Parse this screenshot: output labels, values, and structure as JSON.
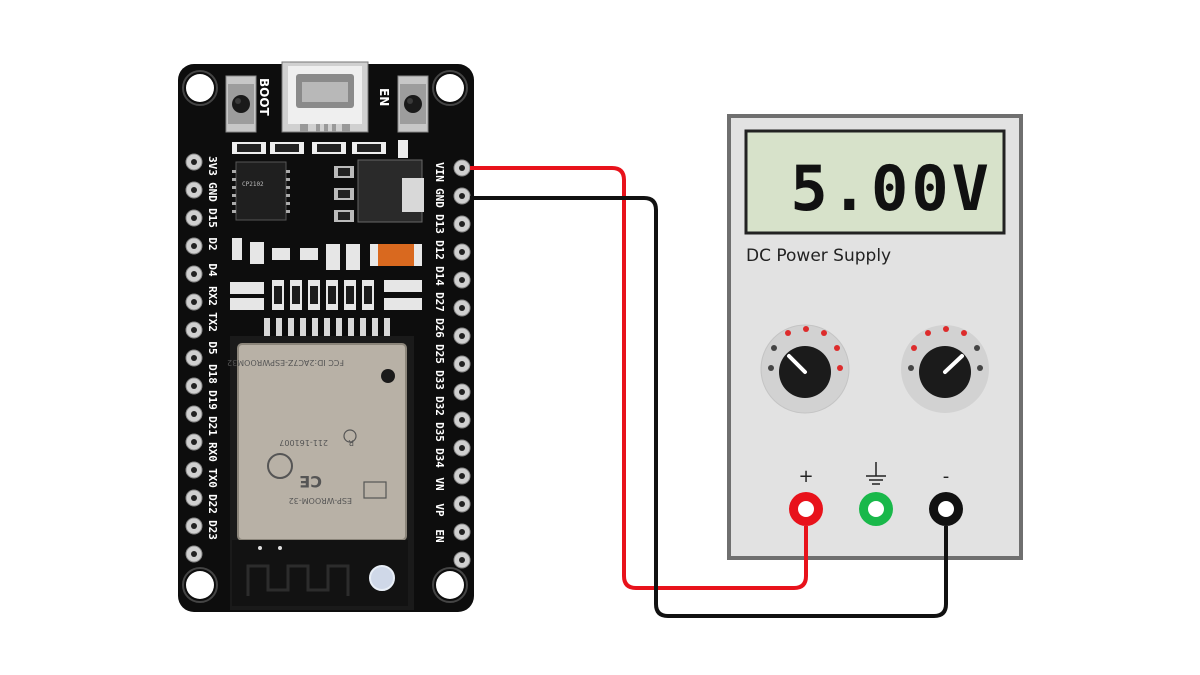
{
  "board": {
    "boot_label": "BOOT",
    "en_label": "EN",
    "usb_chip_text": "CP2102",
    "module_name": "ESP-WROOM-32",
    "module_fcc": "FCC ID:2AC7Z-ESPWROOM32",
    "module_cert": "211-161007",
    "module_ce": "CE",
    "module_rs": "R",
    "left_pins": [
      "3V3",
      "GND",
      "D15",
      "D2",
      "D4",
      "RX2",
      "TX2",
      "D5",
      "D18",
      "D19",
      "D21",
      "RX0",
      "TX0",
      "D22",
      "D23"
    ],
    "right_pins": [
      "VIN",
      "GND",
      "D13",
      "D12",
      "D14",
      "D27",
      "D26",
      "D25",
      "D33",
      "D32",
      "D35",
      "D34",
      "VN",
      "VP",
      "EN"
    ]
  },
  "psu": {
    "display": "5.00V",
    "title": "DC Power Supply",
    "plus_label": "+",
    "minus_label": "-",
    "ground_symbol": "⏚",
    "terminal_colors": {
      "positive": "#e8121b",
      "ground": "#19b84a",
      "negative": "#111111"
    }
  },
  "wires": {
    "vin_color": "#e8121b",
    "gnd_color": "#111111"
  }
}
